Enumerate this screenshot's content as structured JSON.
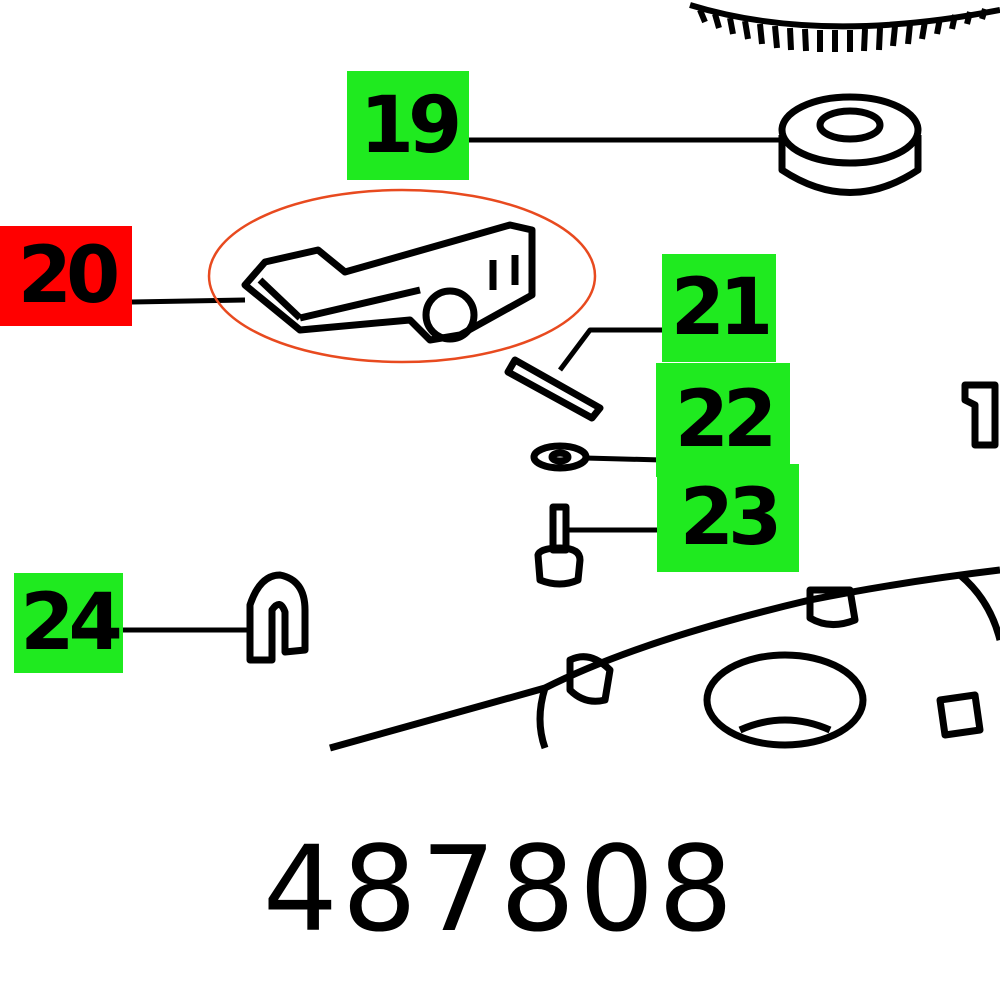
{
  "callouts": [
    {
      "label": "19",
      "status": "normal"
    },
    {
      "label": "20",
      "status": "highlighted"
    },
    {
      "label": "21",
      "status": "normal"
    },
    {
      "label": "22",
      "status": "normal"
    },
    {
      "label": "23",
      "status": "normal"
    },
    {
      "label": "24",
      "status": "normal"
    }
  ],
  "part_number": "487808",
  "colors": {
    "callout": "#1fea1f",
    "highlight": "#ff0000",
    "ellipse": "#e84a1f"
  }
}
